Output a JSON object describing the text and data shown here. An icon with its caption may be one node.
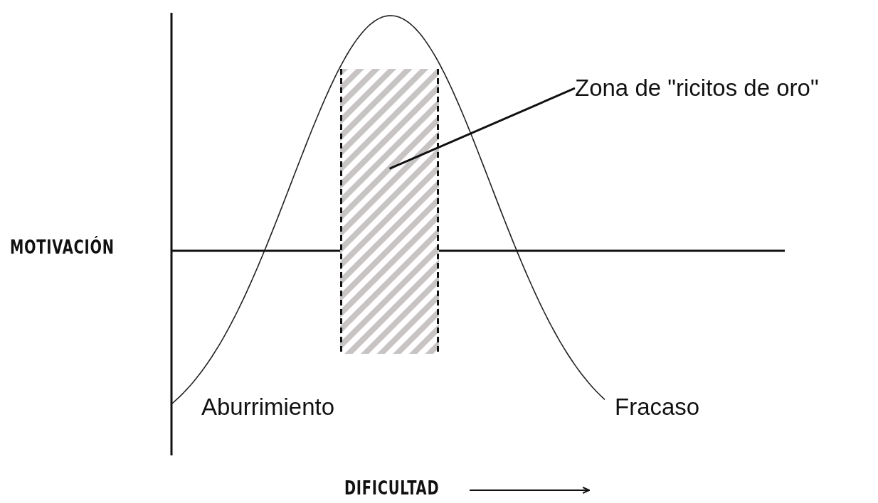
{
  "diagram": {
    "nodes": [
      {
        "text": [
          "Zona de \"ricitos de oro\""
        ]
      },
      {
        "text": [],
        "shape": "box"
      }
    ],
    "edges": [
      {
        "from": 0,
        "to": 1,
        "arrow": "none"
      }
    ],
    "labels": [
      "MOTIVACIÓN",
      "Aburrimiento",
      "Fracaso",
      "DIFICULTAD"
    ]
  }
}
